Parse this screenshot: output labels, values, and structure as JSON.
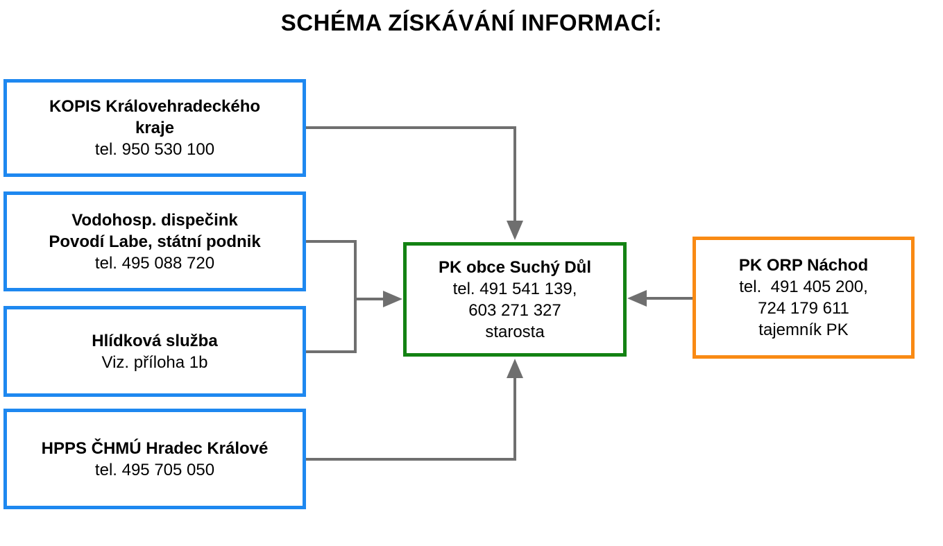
{
  "title": "SCHÉMA ZÍSKÁVÁNÍ INFORMACÍ:",
  "colors": {
    "source_border": "#1e88f0",
    "center_border": "#138213",
    "orp_border": "#f98a14",
    "connector": "#6f6f6f"
  },
  "nodes": {
    "kopis": {
      "name_lines": [
        "KOPIS Královehradeckého",
        "kraje"
      ],
      "detail_lines": [
        "tel. 950 530 100"
      ]
    },
    "povodi": {
      "name_lines": [
        "Vodohosp. dispečink",
        "Povodí Labe, státní podnik"
      ],
      "detail_lines": [
        "tel. 495 088 720"
      ]
    },
    "hlidka": {
      "name_lines": [
        "Hlídková služba"
      ],
      "detail_lines": [
        "Viz. příloha 1b"
      ]
    },
    "chmu": {
      "name_lines": [
        "HPPS ČHMÚ Hradec Králové"
      ],
      "detail_lines": [
        "tel. 495 705 050"
      ]
    },
    "pk_obce": {
      "name_lines": [
        "PK obce Suchý Důl"
      ],
      "detail_lines": [
        "tel. 491 541 139,",
        "603 271 327",
        "starosta"
      ]
    },
    "pk_orp": {
      "name_lines": [
        "PK ORP Náchod"
      ],
      "detail_lines": [
        "tel.  491 405 200,",
        "724 179 611",
        "tajemník PK"
      ]
    }
  },
  "edges": [
    {
      "from": "kopis",
      "to": "pk_obce"
    },
    {
      "from": "povodi",
      "to": "pk_obce"
    },
    {
      "from": "hlidka",
      "to": "pk_obce"
    },
    {
      "from": "chmu",
      "to": "pk_obce"
    },
    {
      "from": "pk_orp",
      "to": "pk_obce"
    }
  ]
}
